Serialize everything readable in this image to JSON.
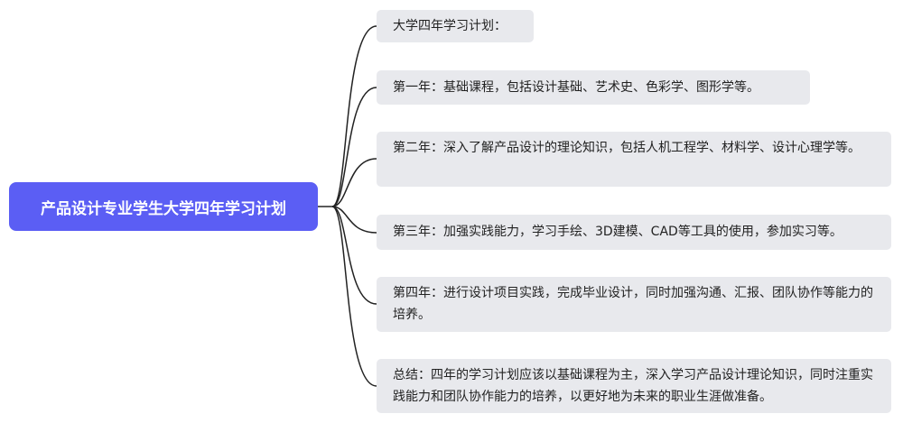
{
  "root": {
    "label": "产品设计专业学生大学四年学习计划",
    "color": "#5b5ef4"
  },
  "nodes": [
    {
      "label": "大学四年学习计划："
    },
    {
      "label": "第一年：基础课程，包括设计基础、艺术史、色彩学、图形学等。"
    },
    {
      "label": "第二年：深入了解产品设计的理论知识，包括人机工程学、材料学、设计心理学等。"
    },
    {
      "label": "第三年：加强实践能力，学习手绘、3D建模、CAD等工具的使用，参加实习等。"
    },
    {
      "label": "第四年：进行设计项目实践，完成毕业设计，同时加强沟通、汇报、团队协作等能力的培养。"
    },
    {
      "label": "总结：四年的学习计划应该以基础课程为主，深入学习产品设计理论知识，同时注重实践能力和团队协作能力的培养，以更好地为未来的职业生涯做准备。"
    }
  ]
}
